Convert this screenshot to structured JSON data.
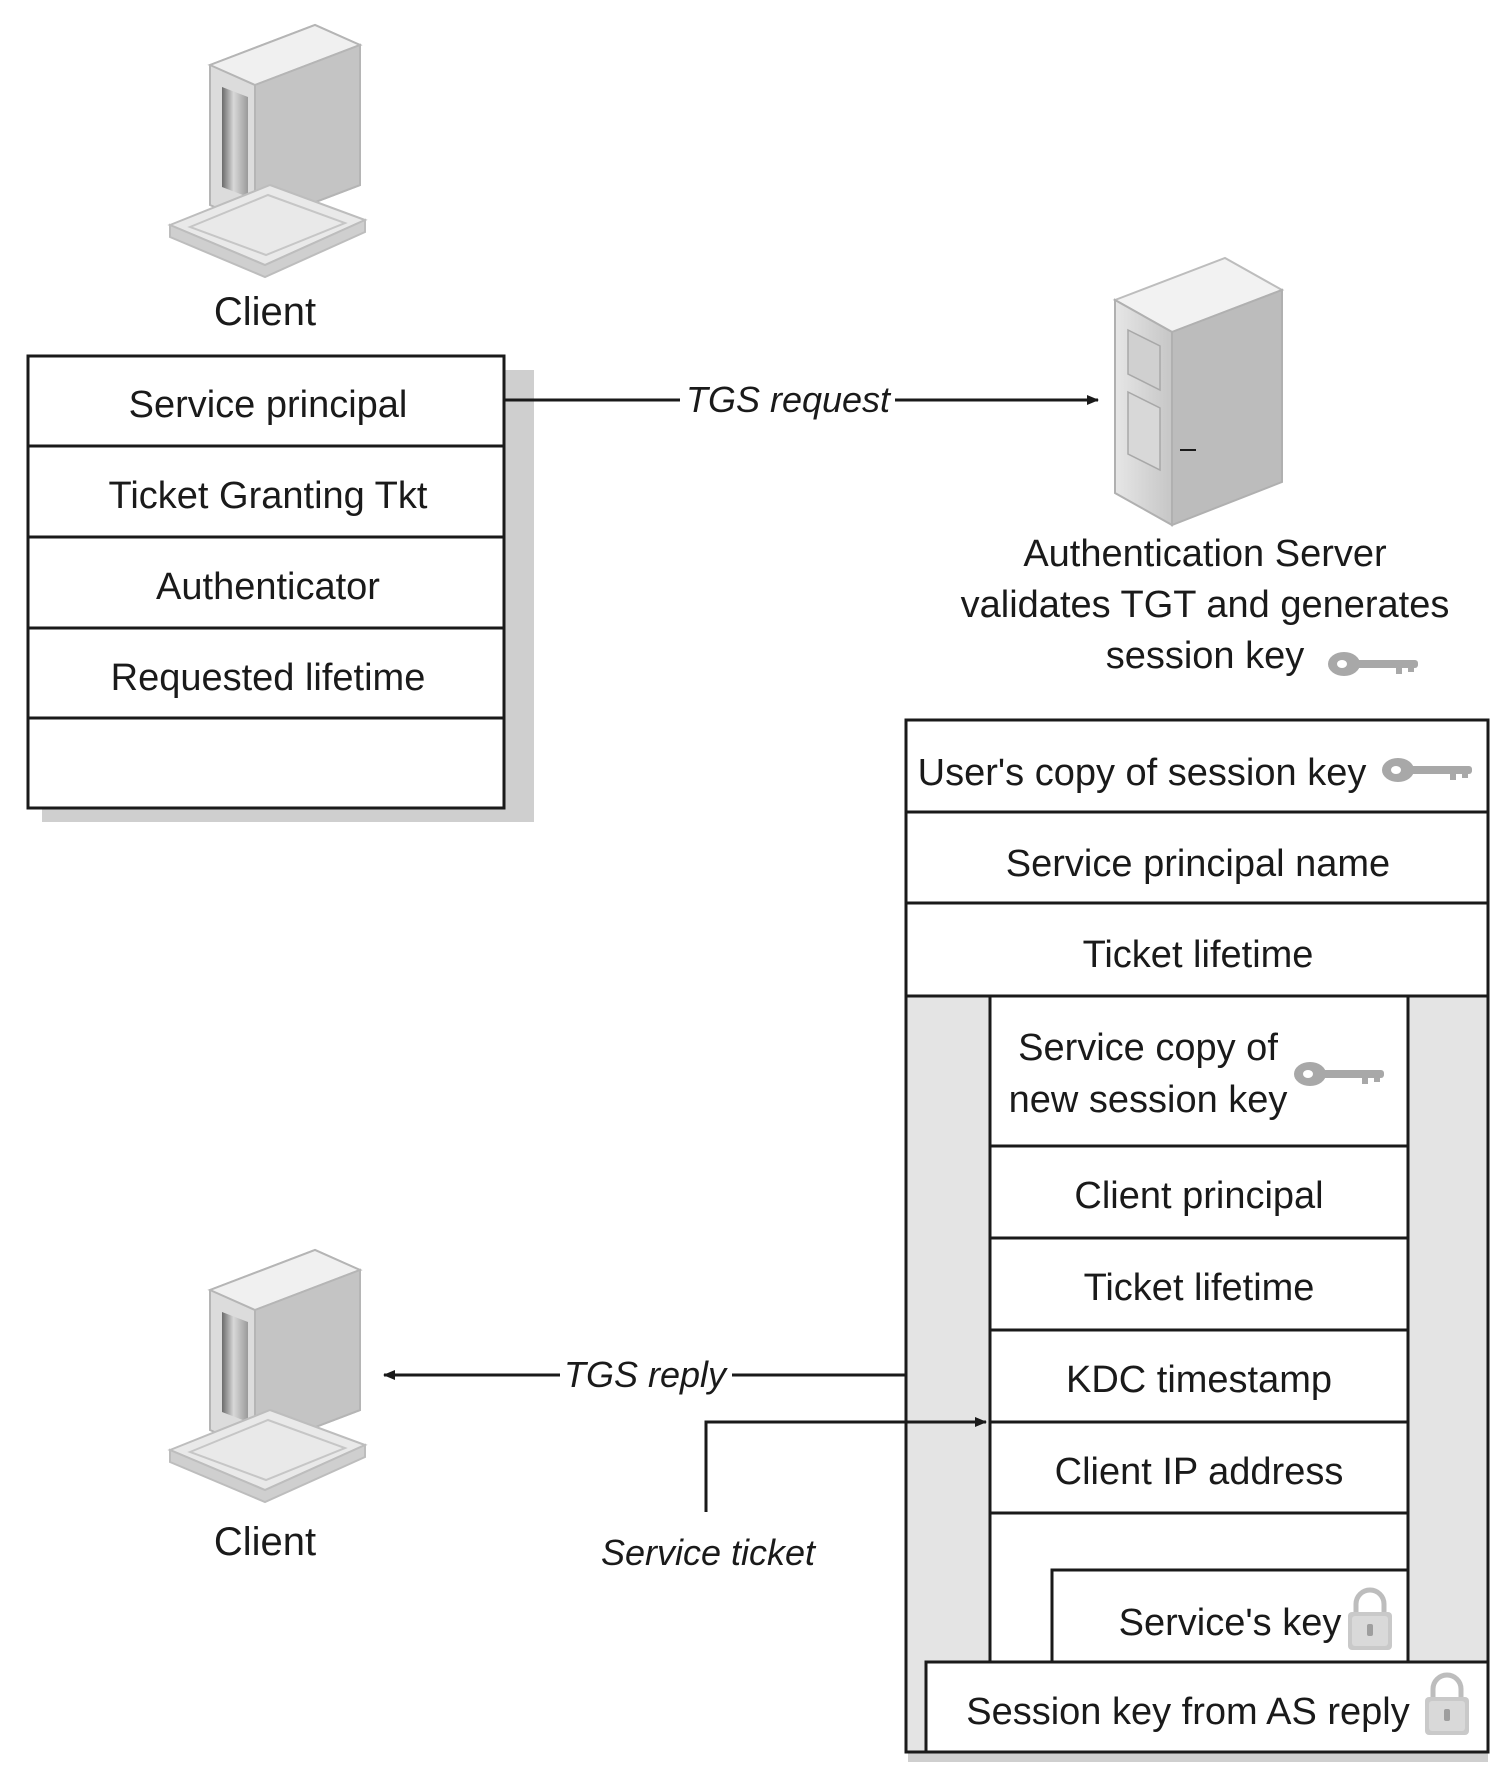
{
  "client_top": {
    "label": "Client",
    "icon": "computer-icon"
  },
  "request_packet": {
    "fields": [
      "Service principal",
      "Ticket Granting Tkt",
      "Authenticator",
      "Requested lifetime",
      ""
    ]
  },
  "tgs_request_label": "TGS request",
  "server": {
    "icon": "server-tower-icon",
    "caption_lines": [
      "Authentication Server",
      "validates TGT and generates",
      "session key"
    ]
  },
  "reply_packet": {
    "fields": [
      "User's copy of session key",
      "Service principal name",
      "Ticket lifetime"
    ],
    "service_ticket_fields": [
      "Service copy of\nnew session key",
      "Client principal",
      "Ticket lifetime",
      "KDC timestamp",
      "Client IP address"
    ],
    "services_key_label": "Service's key",
    "session_key_label": "Session key from AS reply"
  },
  "tgs_reply_label": "TGS reply",
  "service_ticket_label": "Service ticket",
  "client_bottom": {
    "label": "Client",
    "icon": "computer-icon"
  },
  "colors": {
    "line": "#1a1a1a",
    "shadow": "#c9c9c9",
    "panel": "#e4e4e4",
    "key": "#a8a8a8"
  }
}
